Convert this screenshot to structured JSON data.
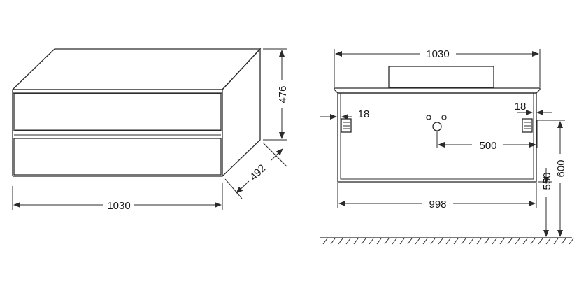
{
  "perspective_view": {
    "width_label": "1030",
    "height_label": "476",
    "depth_label": "492"
  },
  "front_view": {
    "width_label": "1030",
    "inner_width_label": "998",
    "left_offset_label": "18",
    "right_offset_label": "18",
    "hole_distance_label": "500",
    "height_550_label": "550",
    "height_600_label": "600"
  }
}
